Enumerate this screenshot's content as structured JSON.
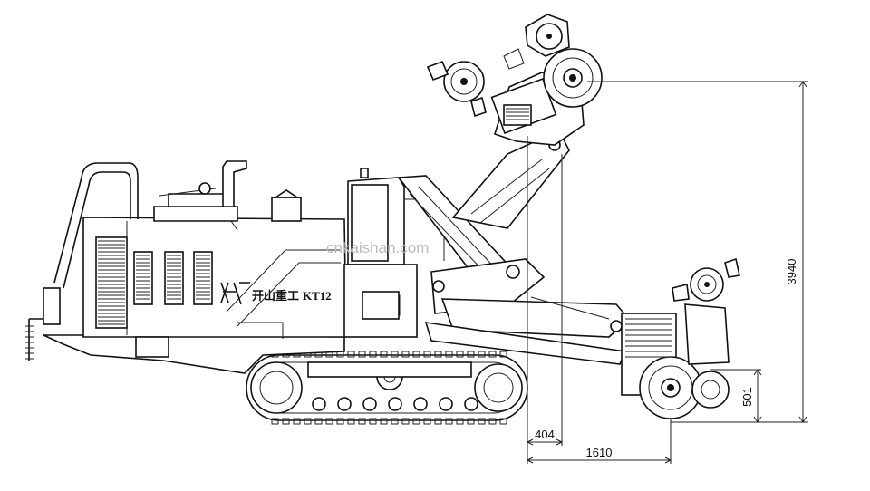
{
  "watermark": "cnkaishan.com",
  "machine": {
    "model": "KT12",
    "brand_cn": "开山重工"
  },
  "dimensions": {
    "height_total": "3940",
    "height_low": "501",
    "offset_front": "404",
    "reach": "1610"
  },
  "colors": {
    "line": "#111111",
    "watermark": "#bbbbbb"
  }
}
